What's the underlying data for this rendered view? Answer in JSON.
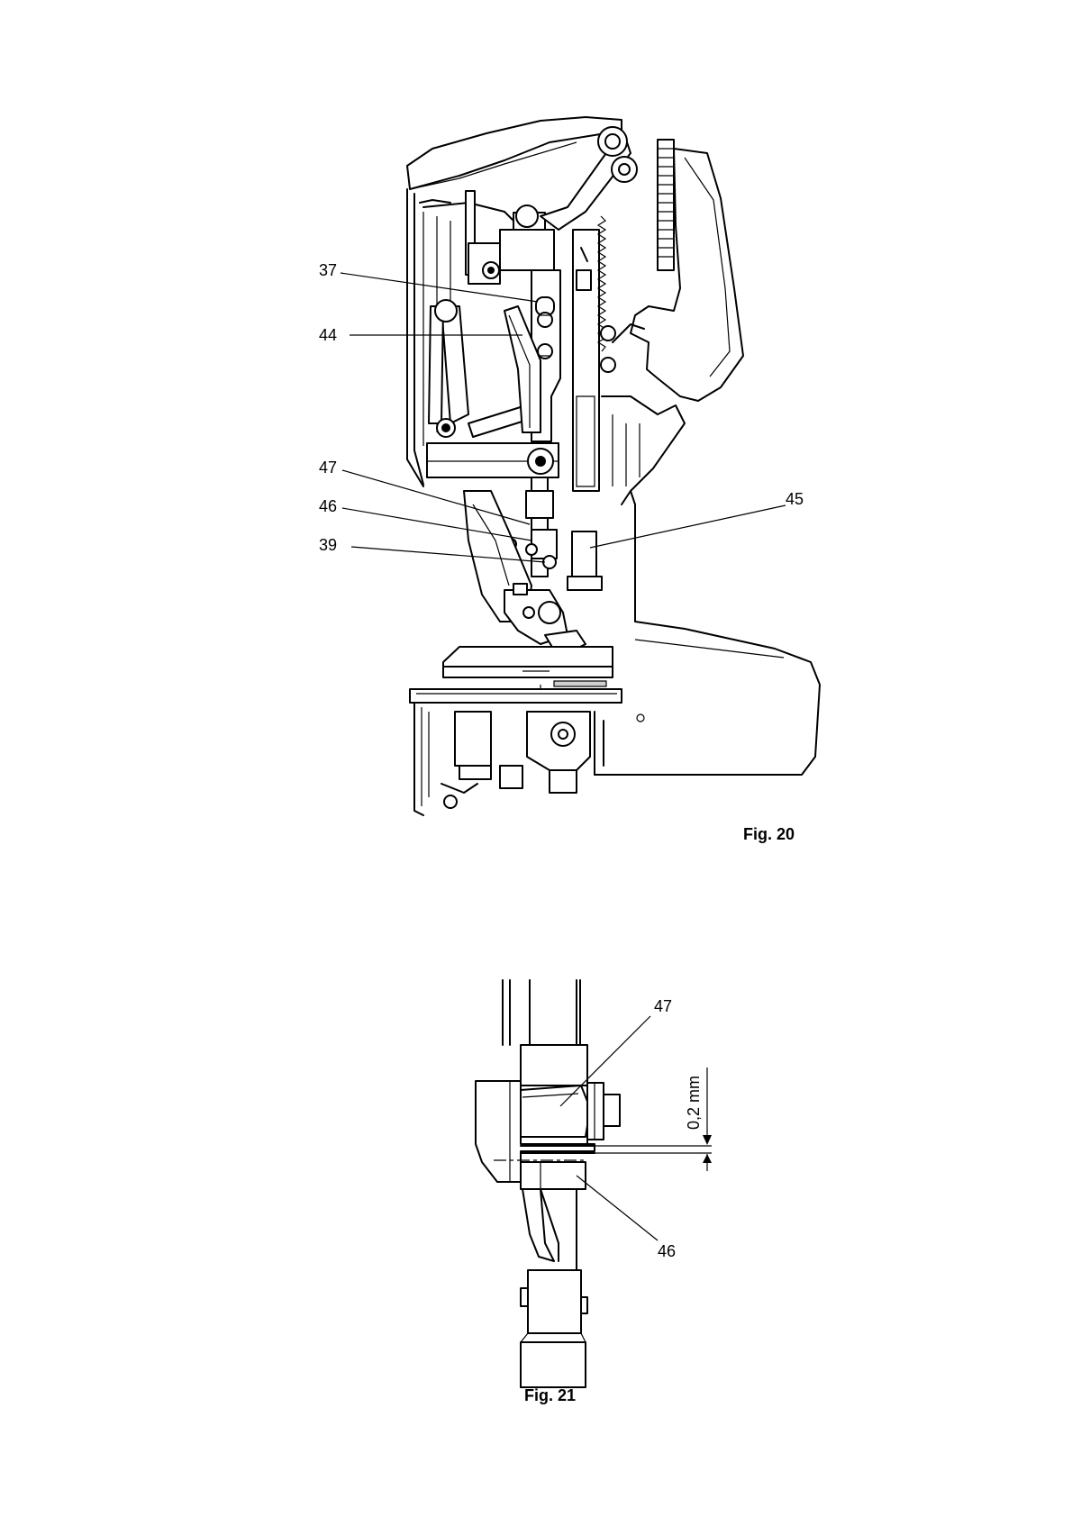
{
  "figures": [
    {
      "id": "fig20",
      "caption": "Fig. 20",
      "callouts": [
        {
          "ref": "37"
        },
        {
          "ref": "44"
        },
        {
          "ref": "47"
        },
        {
          "ref": "46"
        },
        {
          "ref": "39"
        },
        {
          "ref": "45"
        }
      ]
    },
    {
      "id": "fig21",
      "caption": "Fig. 21",
      "callouts": [
        {
          "ref": "47"
        },
        {
          "ref": "46"
        }
      ],
      "dimension": "0,2 mm"
    }
  ]
}
